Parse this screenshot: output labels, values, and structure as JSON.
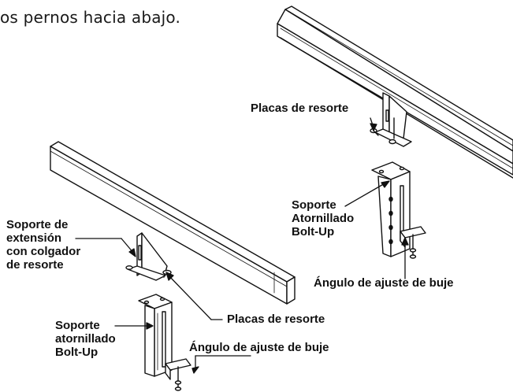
{
  "caption": "os pernos hacia abajo.",
  "labels": {
    "placas_top": "Placas de resorte",
    "soporte_atornillado_top": [
      "Soporte",
      "Atornillado",
      "Bolt-Up"
    ],
    "angulo_top": "Ángulo de ajuste de buje",
    "soporte_extension": [
      "Soporte de",
      "extensión",
      "con colgador",
      "de resorte"
    ],
    "placas_bottom": "Placas de resorte",
    "soporte_atornillado_bottom": [
      "Soporte",
      "atornillado",
      "Bolt-Up"
    ],
    "angulo_bottom": "Ángulo de ajuste de buje"
  }
}
